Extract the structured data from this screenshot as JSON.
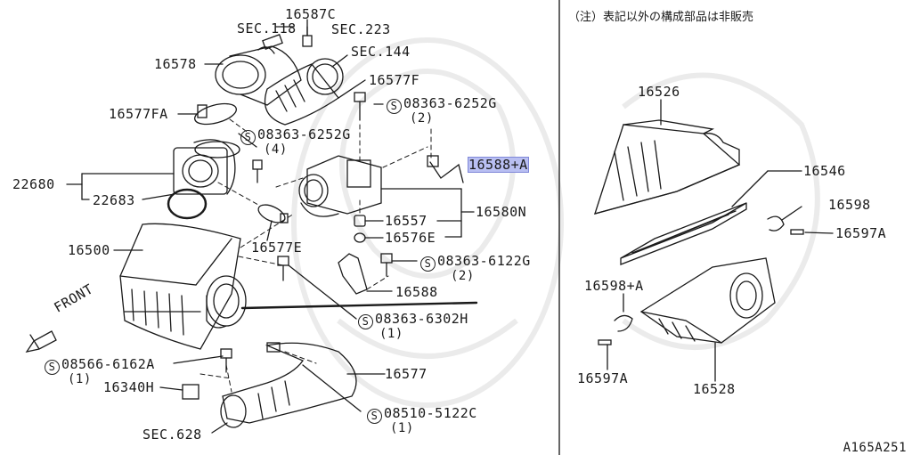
{
  "note": "（注）表記以外の構成部品は非販売",
  "figure_code": "A165A251",
  "bolt_symbol": "S",
  "left_labels": {
    "p16587c": "16587C",
    "sec118": "SEC.118",
    "sec223": "SEC.223",
    "sec144": "SEC.144",
    "p16578": "16578",
    "p16577f": "16577F",
    "p16577fa": "16577FA",
    "bolt_top_a": "08363-6252G",
    "bolt_top_a_qty": "(2)",
    "bolt_top_b": "08363-6252G",
    "bolt_top_b_qty": "(4)",
    "p16588a": "16588+A",
    "p22680": "22680",
    "p22683": "22683",
    "p16557": "16557",
    "p16580n": "16580N",
    "p16576e": "16576E",
    "p16500": "16500",
    "p16577e": "16577E",
    "bolt_mid": "08363-6122G",
    "bolt_mid_qty": "(2)",
    "p16588": "16588",
    "front": "FRONT",
    "bolt_302h": "08363-6302H",
    "bolt_302h_qty": "(1)",
    "bolt_162a": "08566-6162A",
    "bolt_162a_qty": "(1)",
    "p16577": "16577",
    "p16340h": "16340H",
    "bolt_122c": "08510-5122C",
    "bolt_122c_qty": "(1)",
    "sec628": "SEC.628"
  },
  "right_labels": {
    "p16526": "16526",
    "p16546": "16546",
    "p16598": "16598",
    "p16597a_top": "16597A",
    "p16598a": "16598+A",
    "p16597a_bot": "16597A",
    "p16528": "16528"
  },
  "colors": {
    "line": "#1a1a1a",
    "highlight": "#b9bff2",
    "watermark": "#ebebeb"
  }
}
